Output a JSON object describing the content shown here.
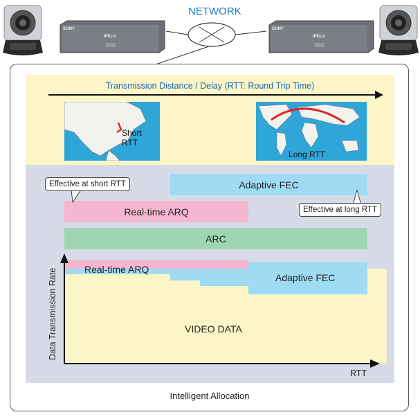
{
  "network": {
    "label": "NETWORK"
  },
  "devices": {
    "left_unit": {
      "brand": "SONY",
      "model": "IPELA"
    },
    "right_unit": {
      "brand": "SONY",
      "model": "IPELA"
    }
  },
  "distance": {
    "title": "Transmission Distance / Delay (RTT: Round Trip Time)",
    "short_label": "Short RTT",
    "long_label": "Long RTT"
  },
  "callouts": {
    "short": "Effective at short RTT",
    "long": "Effective at long RTT"
  },
  "bars": {
    "adaptive_fec": "Adaptive FEC",
    "realtime_arq": "Real-time ARQ",
    "arc": "ARC"
  },
  "allocation": {
    "realtime_arq": "Real-time ARQ",
    "adaptive_fec": "Adaptive FEC",
    "video": "VIDEO DATA",
    "y_axis": "Data Transmission Rate",
    "x_axis": "RTT"
  },
  "caption": "Intelligent Allocation",
  "colors": {
    "arq": "#f5b7cf",
    "fec": "#9fdcf3",
    "arc": "#9fd6b2",
    "video": "#fbf5c7",
    "accent": "#1a7cc4",
    "arc_line": "#e0262a"
  }
}
